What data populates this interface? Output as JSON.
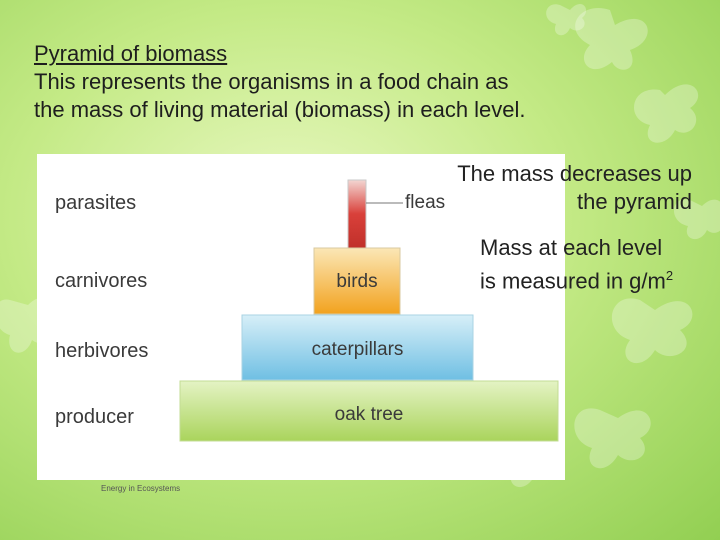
{
  "heading": {
    "title": "Pyramid of biomass",
    "line1": "This represents the organisms in a food chain as",
    "line2": "the mass of living material (biomass) in each level."
  },
  "figure": {
    "levels": [
      "parasites",
      "carnivores",
      "herbivores",
      "producer"
    ],
    "blocks": {
      "parasites": "fleas",
      "carnivores": "birds",
      "herbivores": "caterpillars",
      "producer": "oak tree"
    },
    "caption": "Energy in Ecosystems",
    "colors": {
      "parasites": "#d9403a",
      "carnivores": "#f2b233",
      "herbivores": "#7cc6e6",
      "producer": "#b9dd6e"
    }
  },
  "notes": {
    "decrease": "The mass decreases up the pyramid",
    "measure_line1": "Mass at each level",
    "measure_line2_prefix": "is measured in g/m",
    "measure_exponent": "2"
  }
}
